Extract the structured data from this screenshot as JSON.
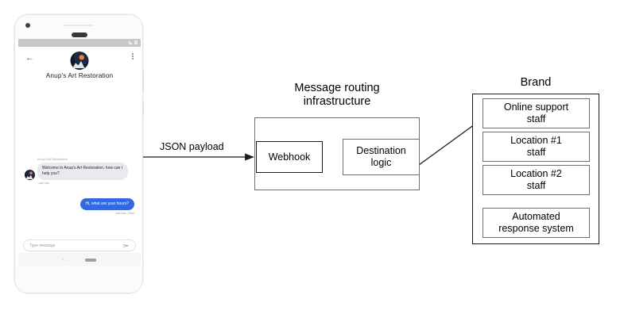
{
  "phone": {
    "statusbar": {
      "signal_icon": "signal-icon",
      "battery_icon": "battery-icon"
    },
    "appbar": {
      "back_icon": "back-arrow-icon",
      "menu_icon": "kebab-menu-icon",
      "avatar_icon": "business-avatar",
      "business_name": "Anup's Art Restoration"
    },
    "messages": [
      {
        "sender_label": "Anup's Art Restoration",
        "text": "Welcome to Anup's Art Restoration, how can I help you?",
        "time": "Just Now",
        "direction": "incoming"
      },
      {
        "text": "Hi, what are your hours?",
        "time": "Just Now • Sent",
        "direction": "outgoing"
      }
    ],
    "composer": {
      "placeholder": "Type message",
      "send_icon": "send-icon"
    },
    "navbar": {
      "back_icon": "nav-back-icon",
      "home_icon": "nav-home-pill"
    }
  },
  "diagram": {
    "edge_labels": {
      "json_payload": "JSON payload"
    },
    "infrastructure": {
      "title_line1": "Message routing",
      "title_line2": "infrastructure",
      "nodes": [
        {
          "label_line1": "Webhook",
          "label_line2": ""
        },
        {
          "label_line1": "Destination",
          "label_line2": "logic"
        }
      ]
    },
    "brand": {
      "title": "Brand",
      "nodes": [
        {
          "label_line1": "Online support",
          "label_line2": "staff"
        },
        {
          "label_line1": "Location #1",
          "label_line2": "staff"
        },
        {
          "label_line1": "Location #2",
          "label_line2": "staff"
        },
        {
          "label_line1": "Automated",
          "label_line2": "response system"
        }
      ]
    }
  },
  "colors": {
    "outgoing_bubble": "#3268e0",
    "incoming_bubble": "#e8eaed",
    "stroke": "#1a1a1a",
    "soft_stroke": "#6f6f6f"
  }
}
